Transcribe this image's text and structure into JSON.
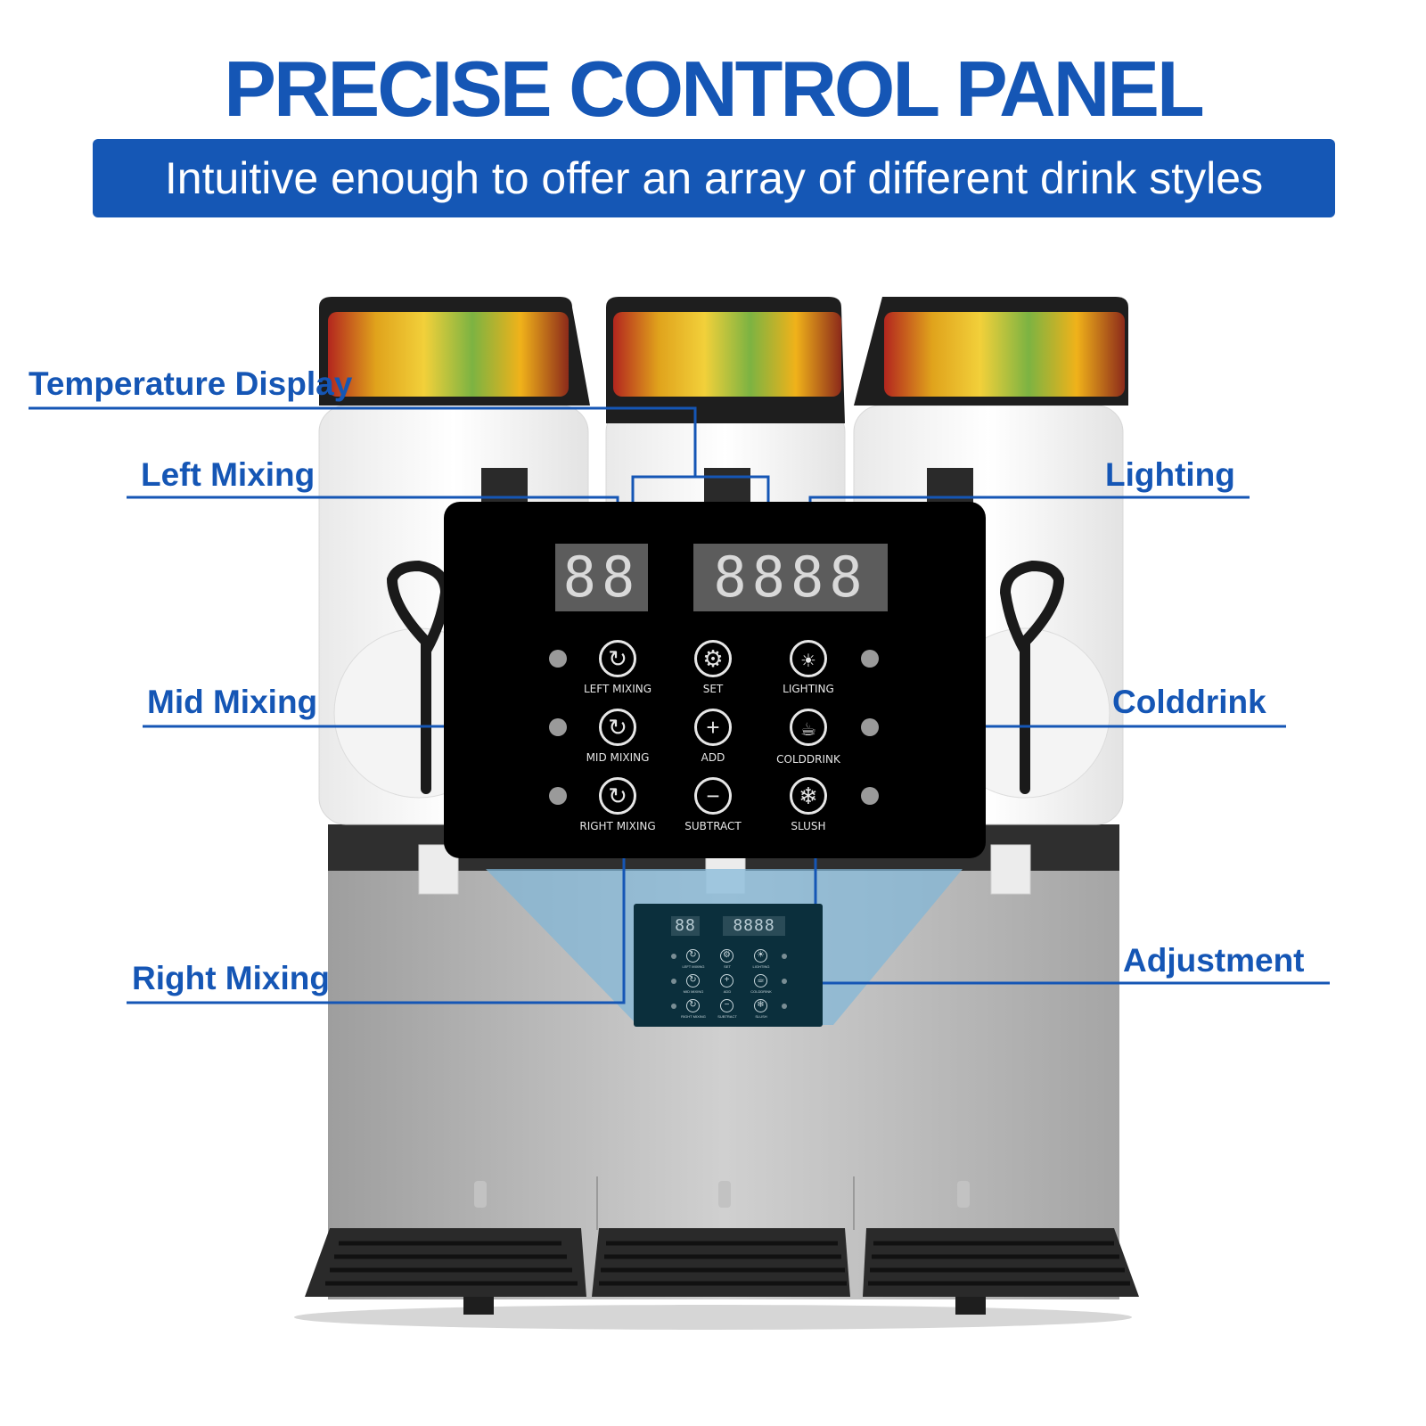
{
  "header": {
    "title": "PRECISE CONTROL PANEL",
    "subtitle": "Intuitive enough to offer an array of different drink styles"
  },
  "callouts": {
    "temperature_display": "Temperature Display",
    "left_mixing": "Left Mixing",
    "mid_mixing": "Mid Mixing",
    "right_mixing": "Right Mixing",
    "lighting": "Lighting",
    "colddrink": "Colddrink",
    "adjustment": "Adjustment"
  },
  "panel": {
    "display_left": "88",
    "display_right": "8888",
    "buttons": {
      "left_mixing": "LEFT MIXING",
      "set": "SET",
      "lighting": "LIGHTING",
      "mid_mixing": "MID MIXING",
      "add": "ADD",
      "colddrink": "COLDDRINK",
      "right_mixing": "RIGHT MIXING",
      "subtract": "SUBTRACT",
      "slush": "SLUSH"
    }
  },
  "colors": {
    "brand_blue": "#1556b5",
    "panel_black": "#000000",
    "steel": "#b8b8b8"
  },
  "icons": [
    "rotate-icon",
    "gear-icon",
    "bulb-icon",
    "plus-icon",
    "minus-icon",
    "cup-icon",
    "snowflake-icon"
  ]
}
